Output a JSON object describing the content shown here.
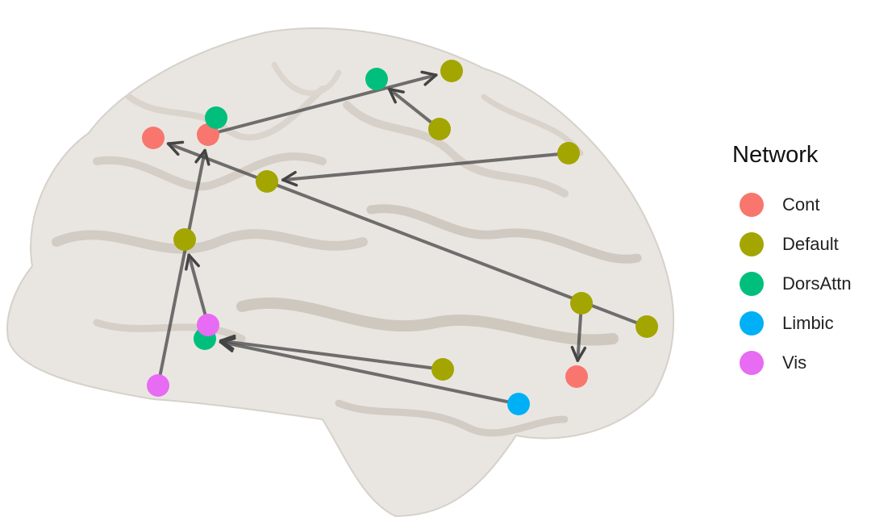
{
  "legend": {
    "title": "Network",
    "items": [
      {
        "label": "Cont",
        "color": "#F8766D"
      },
      {
        "label": "Default",
        "color": "#A3A500"
      },
      {
        "label": "DorsAttn",
        "color": "#00BF7D"
      },
      {
        "label": "Limbic",
        "color": "#00B0F6"
      },
      {
        "label": "Vis",
        "color": "#E76BF3"
      }
    ]
  },
  "nodes": [
    {
      "id": "cont-1",
      "network": "Cont"
    },
    {
      "id": "cont-2",
      "network": "Cont"
    },
    {
      "id": "cont-3",
      "network": "Cont"
    },
    {
      "id": "dorsattn-1",
      "network": "DorsAttn"
    },
    {
      "id": "dorsattn-2",
      "network": "DorsAttn"
    },
    {
      "id": "dorsattn-3",
      "network": "DorsAttn"
    },
    {
      "id": "default-1",
      "network": "Default"
    },
    {
      "id": "default-2",
      "network": "Default"
    },
    {
      "id": "default-3",
      "network": "Default"
    },
    {
      "id": "default-4",
      "network": "Default"
    },
    {
      "id": "default-5",
      "network": "Default"
    },
    {
      "id": "default-6",
      "network": "Default"
    },
    {
      "id": "default-7",
      "network": "Default"
    },
    {
      "id": "default-8",
      "network": "Default"
    },
    {
      "id": "vis-1",
      "network": "Vis"
    },
    {
      "id": "vis-2",
      "network": "Vis"
    },
    {
      "id": "limbic-1",
      "network": "Limbic"
    }
  ],
  "edges": [
    {
      "from": "cont-2",
      "to": "default-1"
    },
    {
      "from": "default-2",
      "to": "dorsattn-1"
    },
    {
      "from": "default-8",
      "to": "cont-1"
    },
    {
      "from": "vis-1",
      "to": "cont-2"
    },
    {
      "from": "default-4",
      "to": "default-3"
    },
    {
      "from": "vis-2",
      "to": "default-5"
    },
    {
      "from": "default-7",
      "to": "cont-3"
    },
    {
      "from": "default-6",
      "to": "dorsattn-3"
    },
    {
      "from": "limbic-1",
      "to": "dorsattn-3"
    }
  ]
}
